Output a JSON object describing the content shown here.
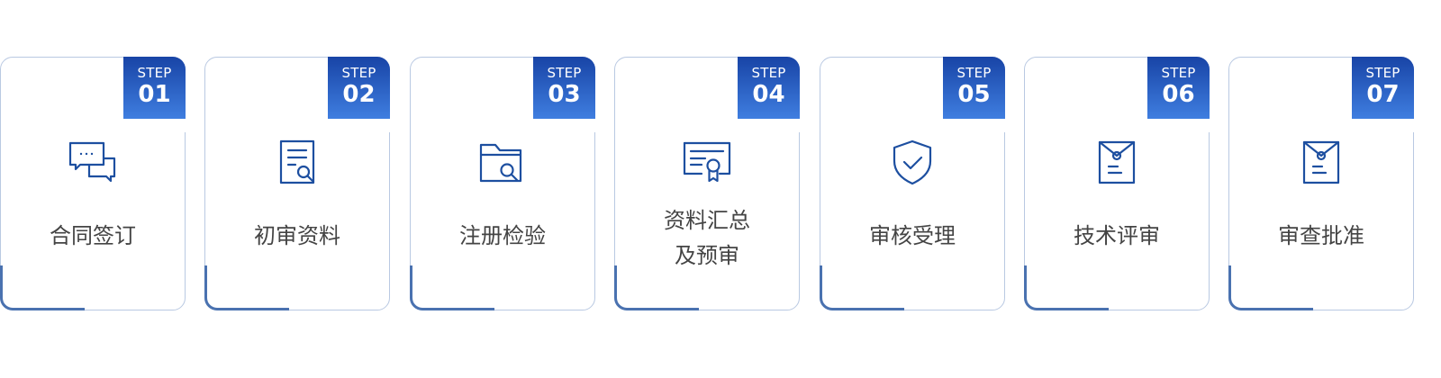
{
  "steps": [
    {
      "step_word": "STEP",
      "number": "01",
      "label_lines": [
        "合同签订"
      ],
      "icon": "chat-bubbles-icon"
    },
    {
      "step_word": "STEP",
      "number": "02",
      "label_lines": [
        "初审资料"
      ],
      "icon": "document-search-icon"
    },
    {
      "step_word": "STEP",
      "number": "03",
      "label_lines": [
        "注册检验"
      ],
      "icon": "folder-search-icon"
    },
    {
      "step_word": "STEP",
      "number": "04",
      "label_lines": [
        "资料汇总",
        "及预审"
      ],
      "icon": "certificate-icon"
    },
    {
      "step_word": "STEP",
      "number": "05",
      "label_lines": [
        "审核受理"
      ],
      "icon": "shield-check-icon"
    },
    {
      "step_word": "STEP",
      "number": "06",
      "label_lines": [
        "技术评审"
      ],
      "icon": "sealed-envelope-icon"
    },
    {
      "step_word": "STEP",
      "number": "07",
      "label_lines": [
        "审查批准"
      ],
      "icon": "sealed-envelope-icon"
    }
  ],
  "colors": {
    "badge_top": "#1844a6",
    "badge_bottom": "#3f7ee0",
    "icon_stroke": "#1d4fa0",
    "border": "#b9c9e2",
    "accent": "#4a72b0",
    "label_text": "#444444"
  }
}
